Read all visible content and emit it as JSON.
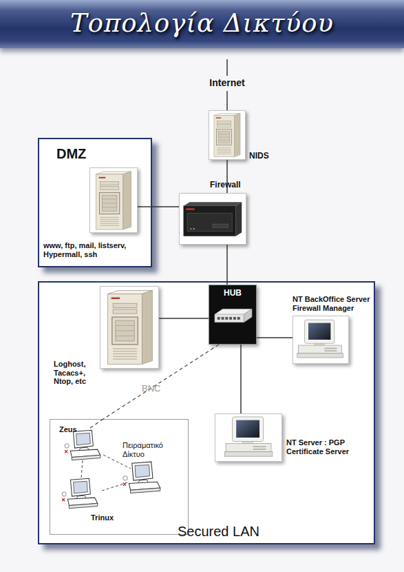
{
  "diagram": {
    "title": "Τοπολογία Δικτύου",
    "nodes": [
      {
        "text": [
          "Internet"
        ]
      },
      {
        "text": [
          "NIDS"
        ]
      },
      {
        "text": [
          "DMZ"
        ]
      },
      {
        "text": [
          "www, ftp, mail, listserv, Hypermall, ssh"
        ],
        "in": 2
      },
      {
        "text": [
          "Firewall"
        ]
      },
      {
        "text": [
          "Secured LAN"
        ]
      },
      {
        "text": [
          "HUB"
        ],
        "in": 5
      },
      {
        "text": [
          "Loghost, Tacacs+, Ntop, etc"
        ],
        "in": 5
      },
      {
        "text": [
          "NT BackOffice Server Firewall Manager"
        ],
        "in": 5
      },
      {
        "text": [
          "NT Server : PGP Certificate Server"
        ],
        "in": 5
      },
      {
        "text": [
          "Zeus",
          "Πειραματικό Δίκτυο",
          "Trinux"
        ],
        "in": 5
      }
    ],
    "edges": [
      {
        "from": 0,
        "to": 1,
        "arrow": "none"
      },
      {
        "from": 1,
        "to": 4,
        "arrow": "none"
      },
      {
        "from": 3,
        "to": 4,
        "arrow": "none"
      },
      {
        "from": 4,
        "to": 6,
        "arrow": "none"
      },
      {
        "from": 7,
        "to": 6,
        "arrow": "none"
      },
      {
        "from": 6,
        "to": 8,
        "arrow": "none"
      },
      {
        "from": 6,
        "to": 9,
        "arrow": "none"
      },
      {
        "from": 6,
        "to": 10,
        "label": "BNC",
        "arrow": "none"
      }
    ]
  }
}
